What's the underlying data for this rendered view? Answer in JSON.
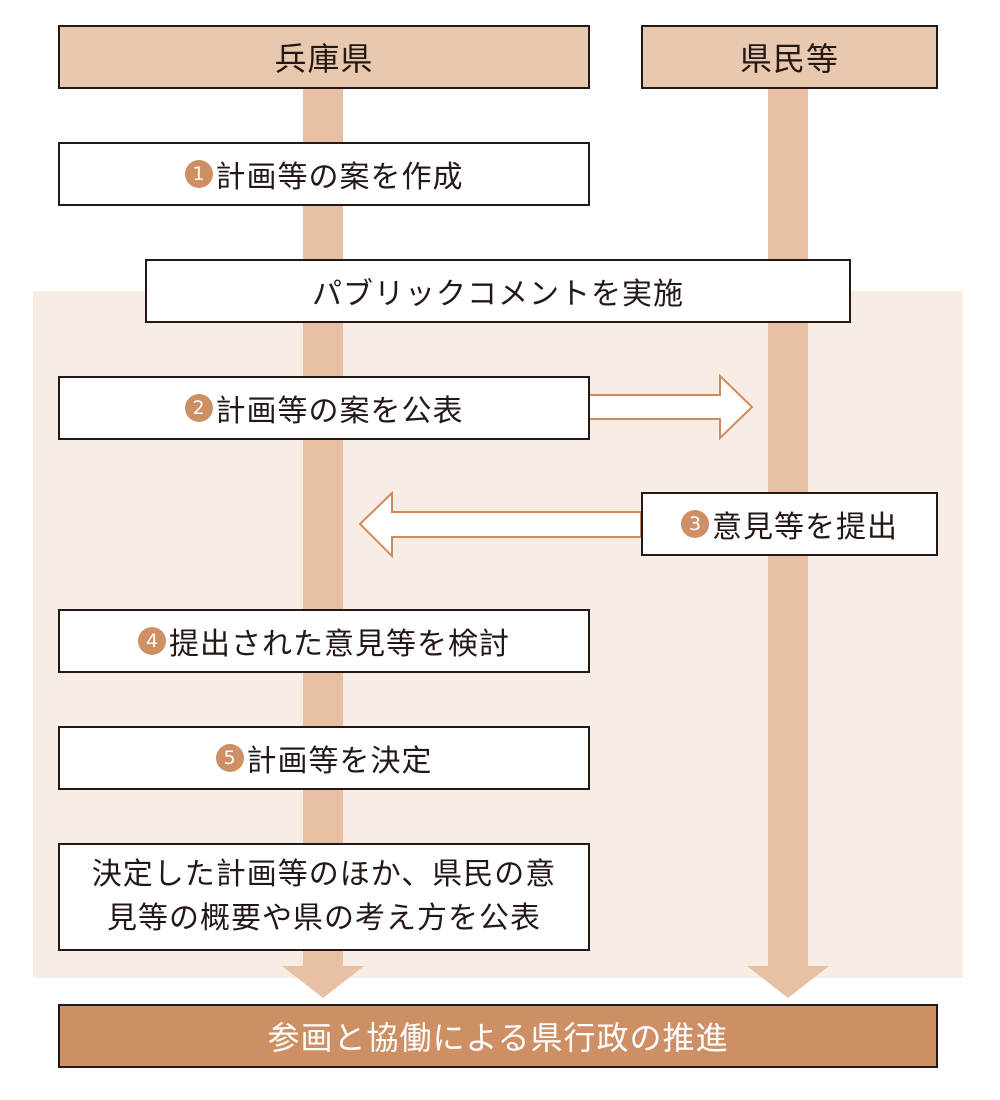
{
  "lanes": {
    "left": "兵庫県",
    "right": "県民等"
  },
  "steps": [
    {
      "number": "1",
      "text": "計画等の案を作成",
      "lane": "left"
    },
    {
      "number": "2",
      "text": "計画等の案を公表",
      "lane": "left"
    },
    {
      "number": "3",
      "text": "意見等を提出",
      "lane": "right"
    },
    {
      "number": "4",
      "text": "提出された意見等を検討",
      "lane": "left"
    },
    {
      "number": "5",
      "text": "計画等を決定",
      "lane": "left"
    }
  ],
  "public_comment": "パブリックコメントを実施",
  "publish_result": {
    "line1": "決定した計画等のほか、県民の意",
    "line2": "見等の概要や県の考え方を公表"
  },
  "outcome": "参画と協働による県行政の推進",
  "colors": {
    "lane": "#e8c0a3",
    "header_fill": "#e8c8af",
    "badge": "#cf8f65",
    "final_fill": "#cf8f65",
    "panel": "#f7ede4",
    "arrow_stroke": "#d08a5c"
  }
}
